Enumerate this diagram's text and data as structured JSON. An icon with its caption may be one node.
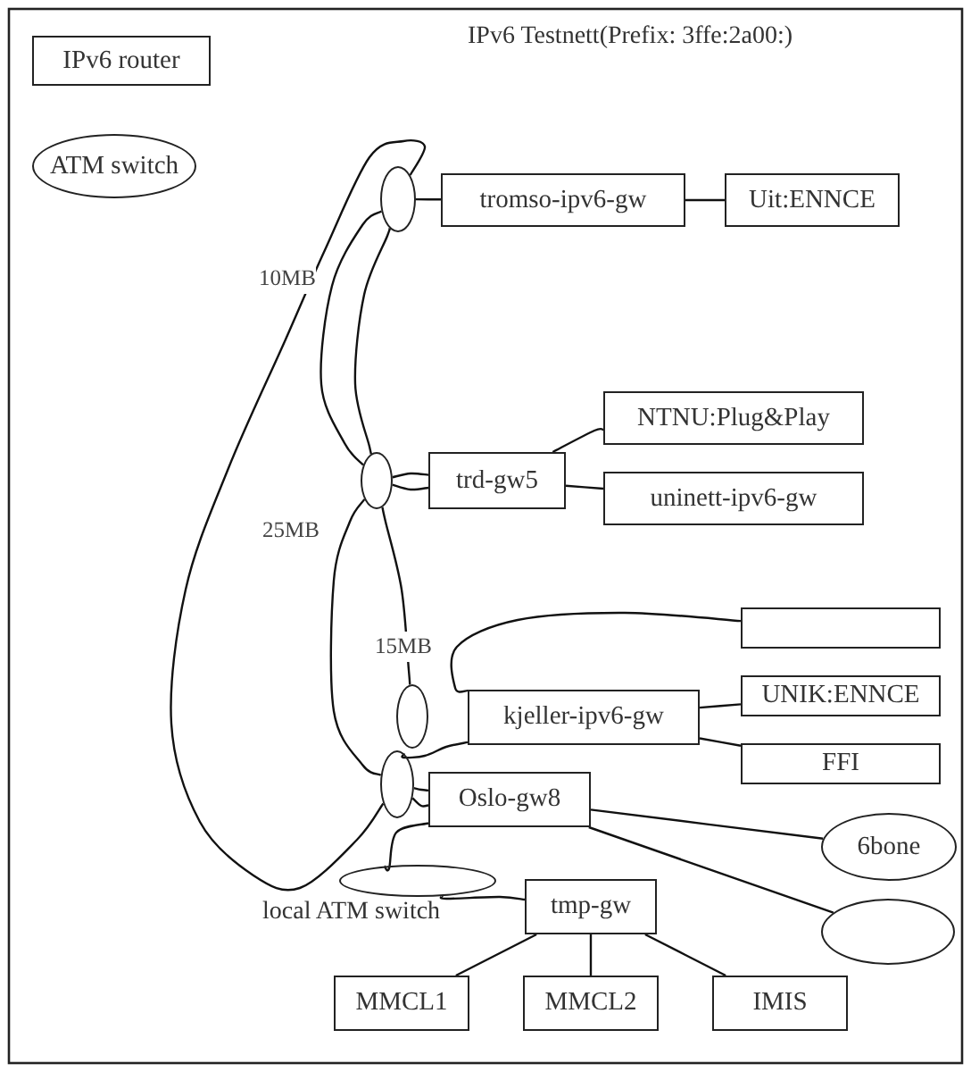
{
  "diagram": {
    "title": "IPv6 Testnett(Prefix: 3ffe:2a00:)",
    "nodes": [
      {
        "text": [
          "IPv6 router"
        ]
      },
      {
        "text": [
          "ATM switch"
        ]
      },
      {
        "text": [],
        "shape": "ellipse"
      },
      {
        "text": [
          "tromso-ipv6-gw"
        ]
      },
      {
        "text": [
          "Uit:ENNCE"
        ]
      },
      {
        "text": [],
        "shape": "ellipse"
      },
      {
        "text": [
          "trd-gw5"
        ]
      },
      {
        "text": [
          "NTNU:Plug&Play"
        ]
      },
      {
        "text": [
          "uninett-ipv6-gw"
        ]
      },
      {
        "text": [],
        "shape": "box"
      },
      {
        "text": [],
        "shape": "ellipse"
      },
      {
        "text": [
          "kjeller-ipv6-gw"
        ]
      },
      {
        "text": [
          "UNIK:ENNCE"
        ]
      },
      {
        "text": [
          "FFI"
        ]
      },
      {
        "text": [],
        "shape": "ellipse"
      },
      {
        "text": [
          "Oslo-gw8"
        ]
      },
      {
        "text": [
          "6bone"
        ]
      },
      {
        "text": [],
        "shape": "ellipse"
      },
      {
        "text": [],
        "shape": "ellipse",
        "beside": [
          "local ATM switch"
        ]
      },
      {
        "text": [
          "tmp-gw"
        ]
      },
      {
        "text": [
          "MMCL1"
        ]
      },
      {
        "text": [
          "MMCL2"
        ]
      },
      {
        "text": [
          "IMIS"
        ]
      }
    ],
    "edges": [
      {
        "from": 3,
        "to": 4,
        "arrow": "none"
      },
      {
        "from": 2,
        "to": 3,
        "arrow": "none"
      },
      {
        "from": 2,
        "to": 5,
        "arrow": "none"
      },
      {
        "from": 2,
        "to": 5,
        "arrow": "none"
      },
      {
        "from": 2,
        "to": 14,
        "arrow": "none",
        "label": "10MB"
      },
      {
        "from": 5,
        "to": 6,
        "arrow": "none"
      },
      {
        "from": 5,
        "to": 6,
        "arrow": "none"
      },
      {
        "from": 6,
        "to": 7,
        "arrow": "none"
      },
      {
        "from": 6,
        "to": 8,
        "arrow": "none"
      },
      {
        "from": 5,
        "to": 14,
        "arrow": "none",
        "label": "25MB"
      },
      {
        "from": 5,
        "to": 10,
        "arrow": "none",
        "label": "15MB"
      },
      {
        "from": 11,
        "to": 14,
        "arrow": "none"
      },
      {
        "from": 14,
        "to": 15,
        "arrow": "none"
      },
      {
        "from": 14,
        "to": 15,
        "arrow": "none"
      },
      {
        "from": 11,
        "to": 9,
        "arrow": "none"
      },
      {
        "from": 11,
        "to": 12,
        "arrow": "none"
      },
      {
        "from": 11,
        "to": 13,
        "arrow": "none"
      },
      {
        "from": 15,
        "to": 16,
        "arrow": "none"
      },
      {
        "from": 15,
        "to": 17,
        "arrow": "none"
      },
      {
        "from": 15,
        "to": 18,
        "arrow": "none"
      },
      {
        "from": 18,
        "to": 19,
        "arrow": "none"
      },
      {
        "from": 19,
        "to": 20,
        "arrow": "none"
      },
      {
        "from": 19,
        "to": 21,
        "arrow": "none"
      },
      {
        "from": 19,
        "to": 22,
        "arrow": "none"
      }
    ]
  }
}
